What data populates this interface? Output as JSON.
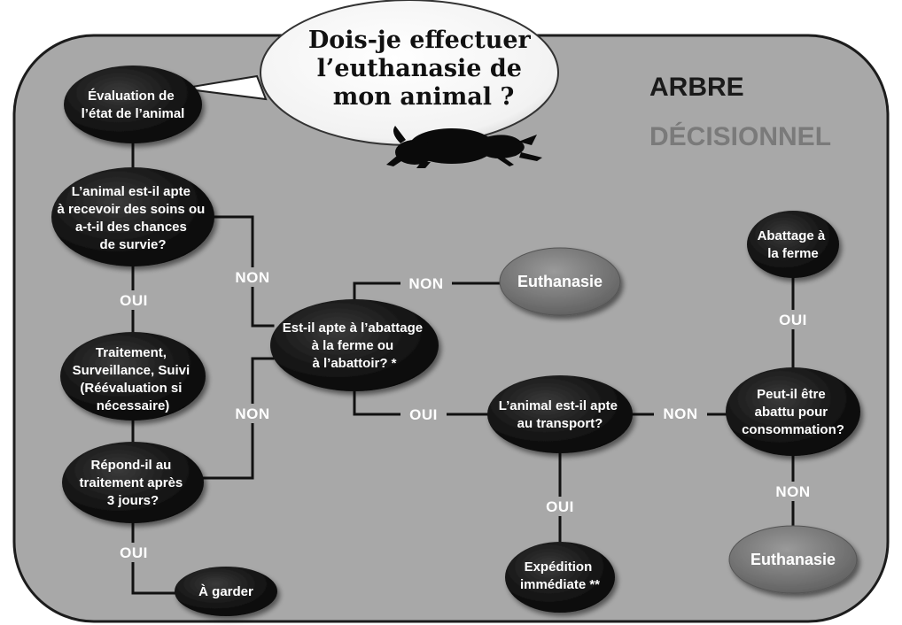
{
  "title": {
    "lines": [
      "Dois-je effectuer",
      "l’euthanasie de",
      "mon animal ?"
    ]
  },
  "heading": {
    "line1": "ARBRE",
    "line2": "DÉCISIONNEL"
  },
  "nodes": {
    "evaluation": [
      "Évaluation de",
      "l’état de l’animal"
    ],
    "apte_soins": [
      "L’animal est-il apte",
      "à recevoir des soins ou",
      "a-t-il des chances",
      "de survie?"
    ],
    "traitement": [
      "Traitement,",
      "Surveillance, Suivi",
      "(Réévaluation si",
      "nécessaire)"
    ],
    "repond": [
      "Répond-il au",
      "traitement après",
      "3 jours?"
    ],
    "garder": [
      "À garder"
    ],
    "abattage_q": [
      "Est-il apte à l’abattage",
      "à la ferme ou",
      "à l’abattoir? *"
    ],
    "euthanasie_1": [
      "Euthanasie"
    ],
    "transport_q": [
      "L’animal est-il apte",
      "au transport?"
    ],
    "expedition": [
      "Expédition",
      "immédiate **"
    ],
    "abattu_q": [
      "Peut-il être",
      "abattu pour",
      "consommation?"
    ],
    "abattage_ferme": [
      "Abattage à",
      "la ferme"
    ],
    "euthanasie_2": [
      "Euthanasie"
    ]
  },
  "edge_labels": {
    "oui_1": "OUI",
    "non_1": "NON",
    "non_2": "NON",
    "oui_2": "OUI",
    "non_3": "NON",
    "oui_3": "OUI",
    "non_4": "NON",
    "oui_4": "OUI",
    "oui_5": "OUI",
    "non_5": "NON"
  },
  "colors": {
    "panel": "#a9a9a9",
    "node_dark": "#141414",
    "node_light": "#7b7b7b",
    "line": "#111111",
    "bubble": "#ffffff",
    "heading_dark": "#1a1a1a",
    "heading_light": "#7a7a7a"
  }
}
